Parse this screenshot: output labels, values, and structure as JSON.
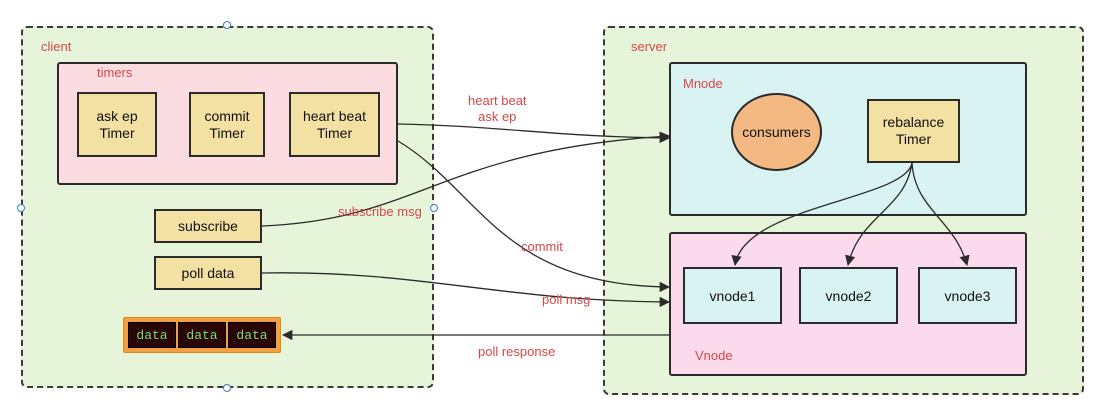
{
  "client": {
    "label": "client",
    "timers": {
      "label": "timers",
      "items": [
        {
          "text": "ask ep\nTimer"
        },
        {
          "text": "commit\nTimer"
        },
        {
          "text": "heart beat\nTimer"
        }
      ]
    },
    "subscribe": "subscribe",
    "poll_data": "poll data",
    "data_cells": [
      "data",
      "data",
      "data"
    ]
  },
  "server": {
    "label": "server",
    "mnode": {
      "label": "Mnode",
      "consumers": "consumers",
      "rebalance": "rebalance\nTimer"
    },
    "vnode": {
      "label": "Vnode",
      "nodes": [
        "vnode1",
        "vnode2",
        "vnode3"
      ]
    }
  },
  "edges": {
    "heart_beat": "heart beat\nask ep",
    "subscribe_msg": "subscribe msg",
    "commit": "commit",
    "poll_msg": "poll msg",
    "poll_response": "poll response"
  },
  "colors": {
    "group_fill": "#e6f5da",
    "timers_fill": "#fbdde1",
    "mnode_fill": "#d9f3f3",
    "vnode_fill": "#fbdbeb",
    "timer_box_fill": "#f3e0a3",
    "consumers_fill": "#f4b983",
    "label_red": "#d44848",
    "data_fill": "#2a0606",
    "data_text": "#7cdc7c",
    "data_border": "#f0a040"
  }
}
